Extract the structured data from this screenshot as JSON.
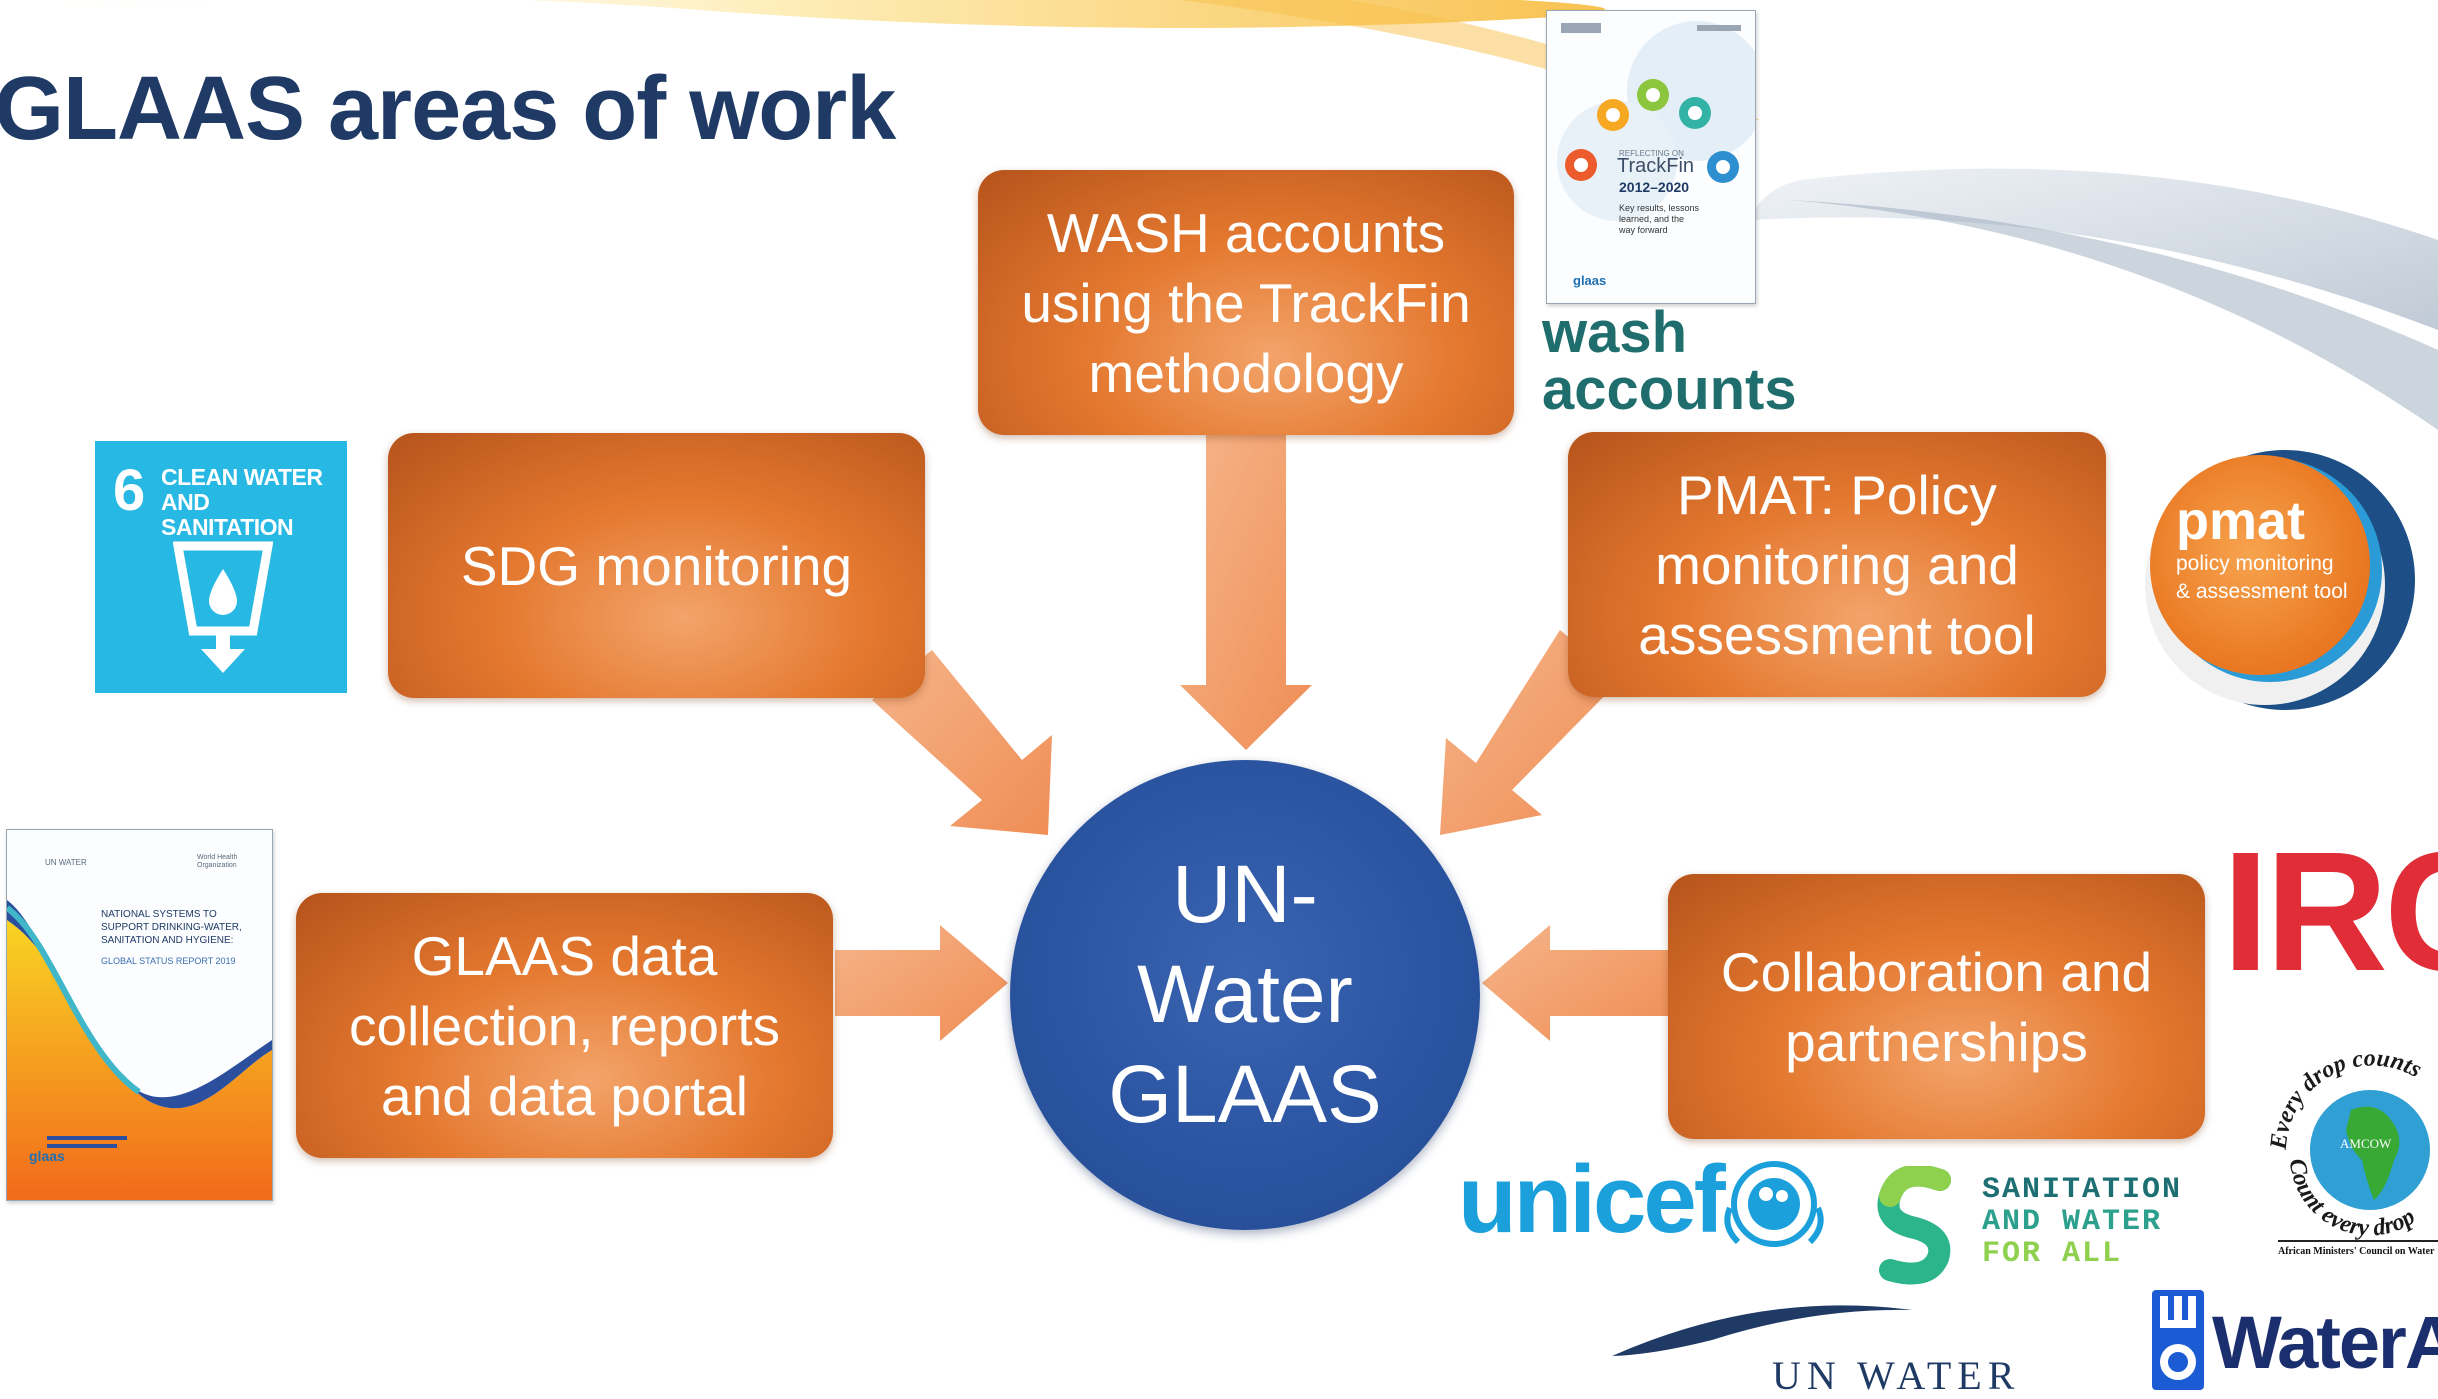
{
  "title": "GLAAS areas of work",
  "hub": {
    "label": "UN-\nWater\nGLAAS"
  },
  "boxes": {
    "wash_accounts": "WASH accounts\nusing the TrackFin\nmethodology",
    "sdg_monitoring": "SDG monitoring",
    "pmat": "PMAT: Policy\nmonitoring and\nassessment tool",
    "glaas_data": "GLAAS data\ncollection, reports\nand data portal",
    "collaboration": "Collaboration and\npartnerships"
  },
  "sdg6_tile": {
    "number": "6",
    "label": "CLEAN WATER\nAND SANITATION"
  },
  "trackfin_report": {
    "subtitle": "REFLECTING ON",
    "name": "TrackFin",
    "years": "2012–2020",
    "desc": "Key results, lessons\nlearned, and the\nway forward",
    "footer": "glaas"
  },
  "wash_accounts_logo": {
    "line1": "wash",
    "line2": "accounts"
  },
  "pmat_logo": {
    "name": "pmat",
    "line1": "policy monitoring",
    "line2": "& assessment tool"
  },
  "glaas_report": {
    "header_left": "UN WATER",
    "header_right": "World Health Organization",
    "title": "NATIONAL SYSTEMS TO SUPPORT DRINKING-WATER, SANITATION AND HYGIENE:",
    "subtitle": "GLOBAL STATUS REPORT 2019",
    "footer": "glaas"
  },
  "partners": {
    "irc": "IRC",
    "unicef": "unicef",
    "swa_line1": "SANITATION",
    "swa_line2": "AND WATER",
    "swa_line3": "FOR ALL",
    "amcow_ring_top": "Every drop counts",
    "amcow_ring_bottom": "Count every drop",
    "amcow_center": "AMCOW",
    "amcow_caption": "African Ministers' Council on Water",
    "unwater": "UN WATER",
    "wateraid": "WaterAid"
  },
  "colors": {
    "title": "#1f3a64",
    "box": "#e4782f",
    "hub": "#2b55a2",
    "arrow": "#f09a63"
  }
}
